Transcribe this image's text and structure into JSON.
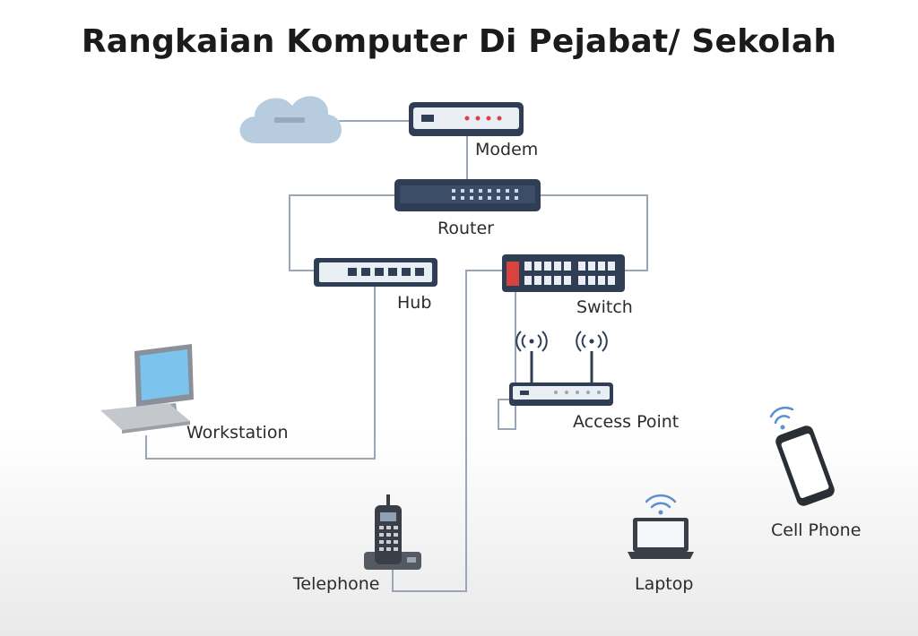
{
  "title": "Rangkaian Komputer Di Pejabat/ Sekolah",
  "labels": {
    "modem": "Modem",
    "router": "Router",
    "hub": "Hub",
    "switch": "Switch",
    "workstation": "Workstation",
    "access_point": "Access Point",
    "telephone": "Telephone",
    "laptop": "Laptop",
    "cell_phone": "Cell Phone"
  },
  "icons": {
    "cloud": "cloud-icon",
    "modem": "modem-icon",
    "router": "router-icon",
    "hub": "hub-icon",
    "switch": "switch-icon",
    "workstation": "workstation-icon",
    "access_point": "access-point-icon",
    "telephone": "telephone-icon",
    "laptop": "laptop-icon",
    "cell_phone": "cell-phone-icon"
  },
  "colors": {
    "line": "#9aa6b6",
    "device_dark": "#2f3e55",
    "device_light": "#e9eef5",
    "cloud": "#b7ccde",
    "wifi": "#5a8fd0",
    "port_red": "#d9433d",
    "monitor_screen": "#7cc4ee"
  }
}
